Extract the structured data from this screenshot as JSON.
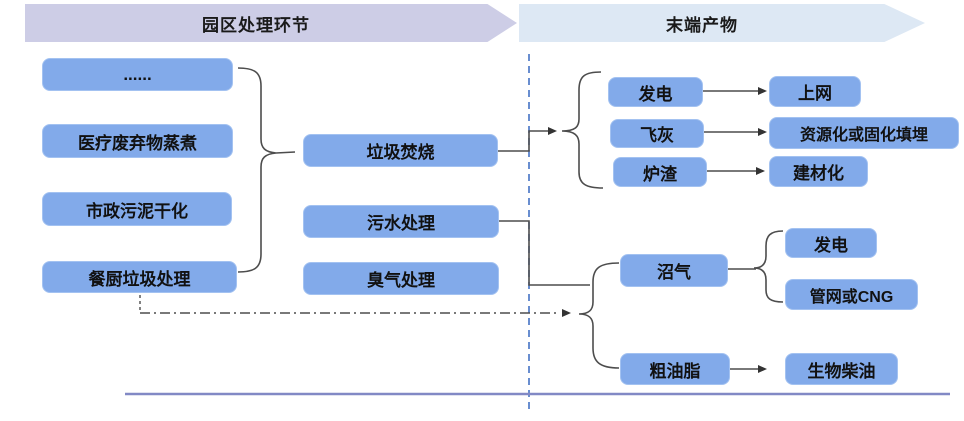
{
  "headers": {
    "process": "园区处理环节",
    "products": "末端产物"
  },
  "nodes": {
    "ellipsis": "......",
    "medical_waste": "医疗废弃物蒸煮",
    "municipal_sludge": "市政污泥干化",
    "kitchen_waste": "餐厨垃圾处理",
    "incineration": "垃圾焚烧",
    "sewage": "污水处理",
    "odor": "臭气处理",
    "power_generation": "发电",
    "grid_connection": "上网",
    "fly_ash": "飞灰",
    "resource_or_landfill": "资源化或固化填埋",
    "slag": "炉渣",
    "building_material": "建材化",
    "biogas": "沼气",
    "biogas_power": "发电",
    "pipeline_or_cng": "管网或CNG",
    "crude_grease": "粗油脂",
    "biodiesel": "生物柴油"
  },
  "colors": {
    "node_fill": "#82aaea",
    "node_border": "#a3c2f1",
    "header_process_bg": "#cdcde6",
    "header_products_bg": "#dde8f4",
    "dashed_divider": "#4472c4",
    "connector": "#4d4d4d",
    "bottom_rule": "#8289c5"
  }
}
